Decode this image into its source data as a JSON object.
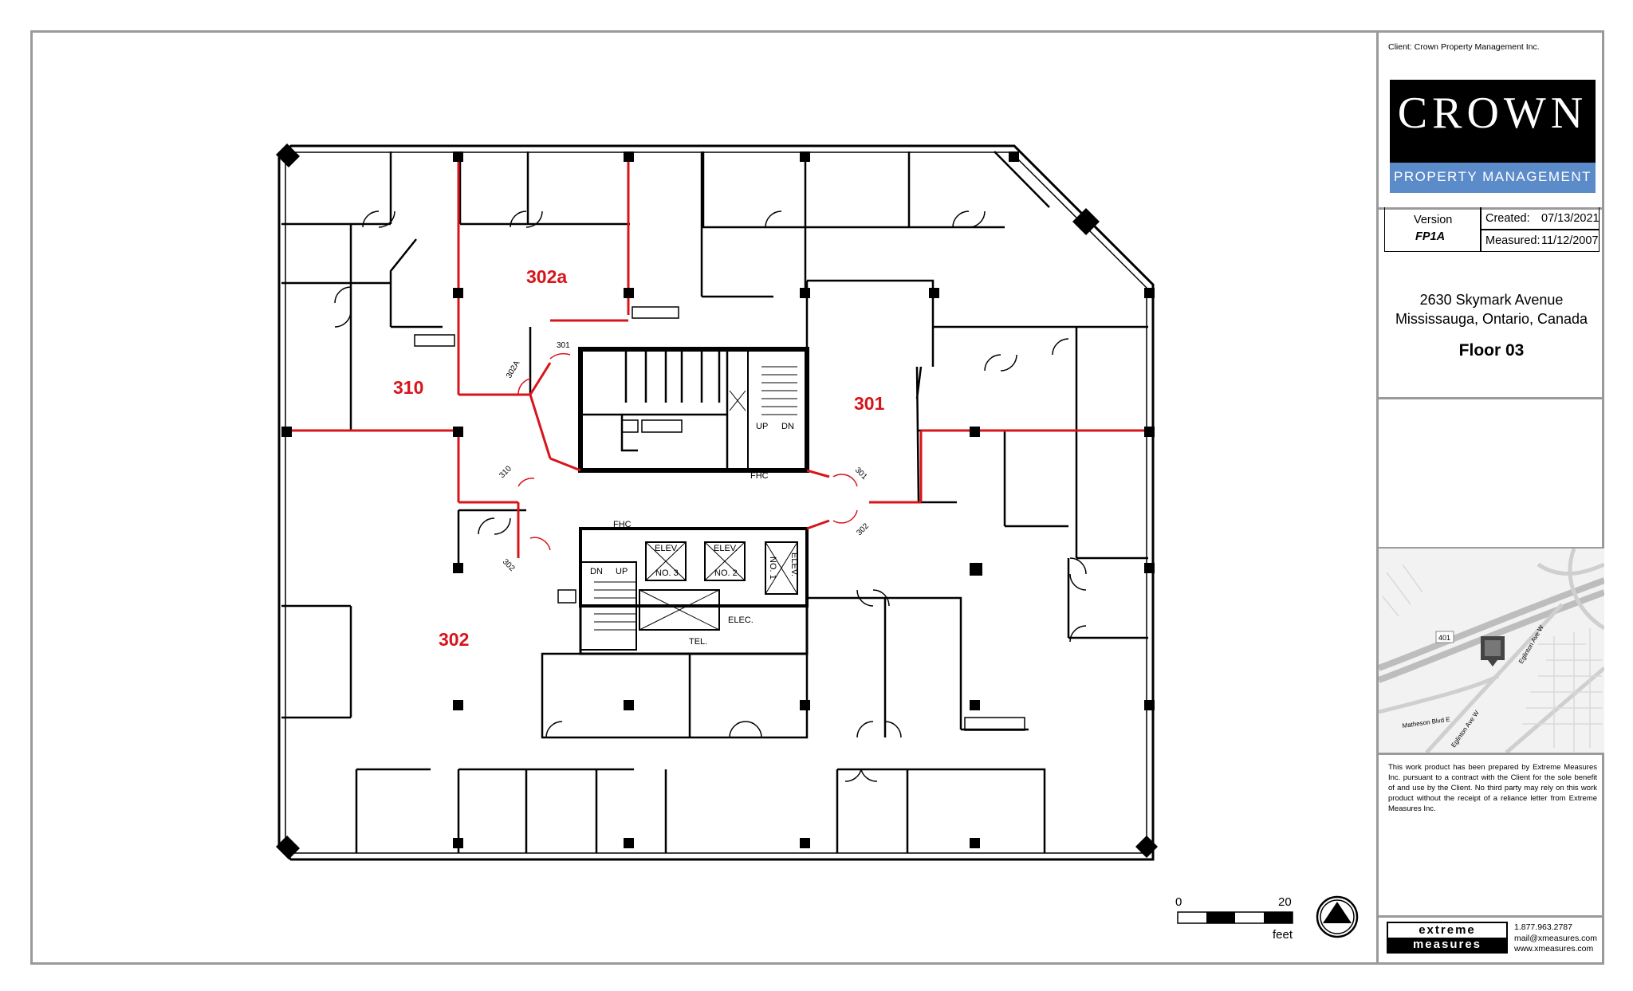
{
  "sidebar": {
    "client_line": "Client:  Crown Property Management Inc.",
    "logo": {
      "word": "CROWN",
      "subtitle": "PROPERTY MANAGEMENT"
    },
    "version_label": "Version",
    "version_value": "FP1A",
    "created_label": "Created:",
    "created_value": "07/13/2021",
    "measured_label": "Measured:",
    "measured_value": "11/12/2007",
    "address_line1": "2630 Skymark Avenue",
    "address_line2": "Mississauga, Ontario, Canada",
    "floor": "Floor 03",
    "map_labels": {
      "highway": "401",
      "road1": "Eglinton Ave W",
      "road2": "Matheson Blvd E",
      "road3": "Eglinton Ave W"
    },
    "disclaimer": "This work product has been prepared by Extreme Measures Inc. pursuant to a contract with the Client for the sole benefit of and use by the Client. No third party may rely on this work product without the receipt of a reliance letter from Extreme Measures Inc.",
    "brand_top": "extreme",
    "brand_bottom": "measures",
    "phone": "1.877.963.2787",
    "email": "mail@xmeasures.com",
    "website": "www.xmeasures.com"
  },
  "plan": {
    "suite_labels": {
      "s302a": "302a",
      "s310": "310",
      "s301": "301",
      "s302": "302"
    },
    "door_labels": {
      "d301_top": "301",
      "d302A": "302A",
      "d310": "310",
      "d301_right": "301",
      "d302_right": "302",
      "d302_left": "302"
    },
    "core_labels": {
      "fhc_top": "FHC",
      "fhc_bottom": "FHC",
      "up1": "UP",
      "dn1": "DN",
      "dn2": "DN",
      "up2": "UP",
      "elev3": "ELEV.",
      "elev3_no": "NO. 3",
      "elev2": "ELEV.",
      "elev2_no": "NO. 2",
      "elev1": "ELEV.",
      "elev1_no": "NO. 1",
      "elec": "ELEC.",
      "tel": "TEL."
    },
    "accent_color": "#d8141b"
  },
  "scale": {
    "min": "0",
    "max": "20",
    "unit": "feet"
  }
}
